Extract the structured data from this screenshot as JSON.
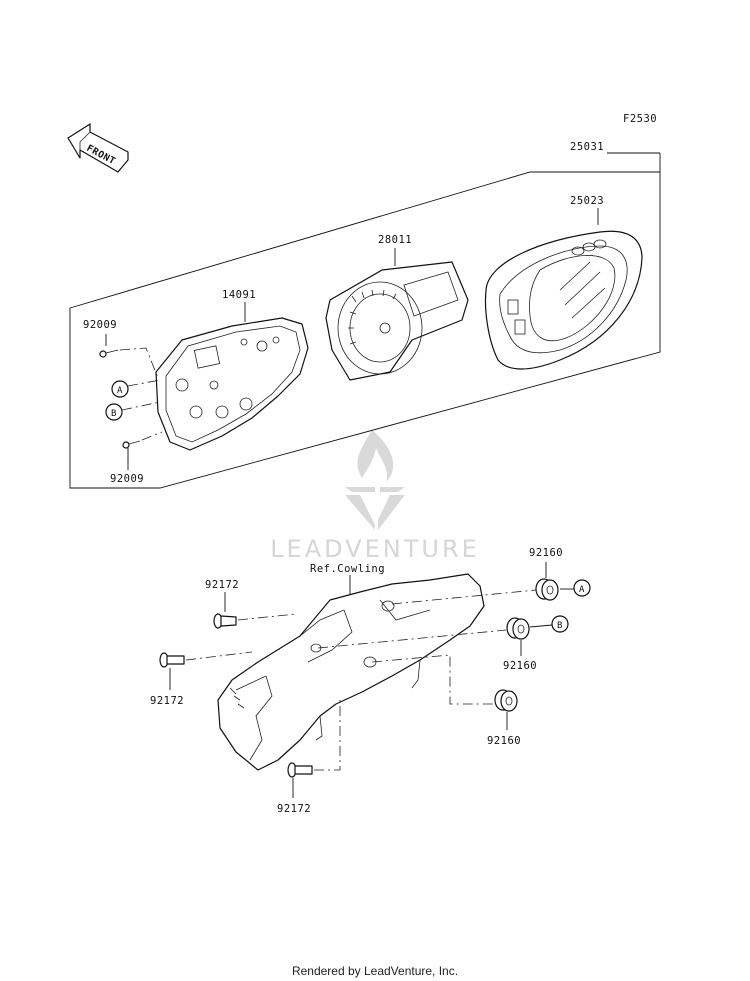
{
  "figure_code": "F2530",
  "front_label": "FRONT",
  "watermark": "LEADVENTURE",
  "footer": "Rendered by LeadVenture, Inc.",
  "ref_note": "Ref.Cowling",
  "callout_a": "A",
  "callout_b": "B",
  "parts": {
    "assembly": "25031",
    "cover": "25023",
    "meter_unit": "28011",
    "case": "14091",
    "screw_top": "92009",
    "screw_bottom": "92009",
    "grommet_a": "92160",
    "grommet_b": "92160",
    "grommet_c": "92160",
    "bolt_1": "92172",
    "bolt_2": "92172",
    "bolt_3": "92172"
  }
}
